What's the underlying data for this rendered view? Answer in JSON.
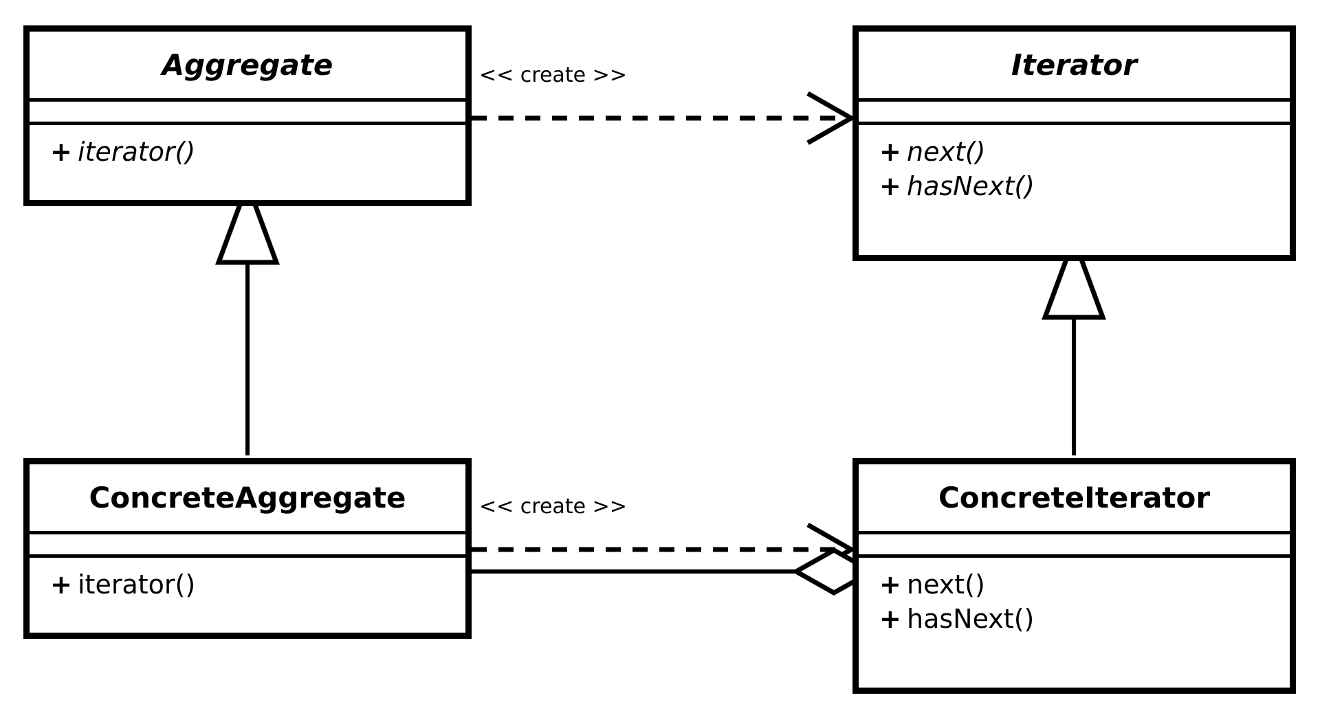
{
  "diagram": {
    "type": "uml-class-diagram",
    "pattern": "Iterator",
    "background": "#ffffff",
    "line_color": "#000000"
  },
  "classes": [
    {
      "id": "aggregate",
      "name": "Aggregate",
      "stereotype": "abstract",
      "attributes": [],
      "operations": [
        {
          "visibility": "+",
          "signature": "iterator()"
        }
      ]
    },
    {
      "id": "iterator",
      "name": "Iterator",
      "stereotype": "abstract",
      "attributes": [],
      "operations": [
        {
          "visibility": "+",
          "signature": "next()"
        },
        {
          "visibility": "+",
          "signature": "hasNext()"
        }
      ]
    },
    {
      "id": "concrete-aggregate",
      "name": "ConcreteAggregate",
      "stereotype": "concrete",
      "attributes": [],
      "operations": [
        {
          "visibility": "+",
          "signature": "iterator()"
        }
      ]
    },
    {
      "id": "concrete-iterator",
      "name": "ConcreteIterator",
      "stereotype": "concrete",
      "attributes": [],
      "operations": [
        {
          "visibility": "+",
          "signature": "next()"
        },
        {
          "visibility": "+",
          "signature": "hasNext()"
        }
      ]
    }
  ],
  "relationships": [
    {
      "id": "create-abstract",
      "kind": "dependency",
      "style": "dashed",
      "arrowhead": "open",
      "from": "Aggregate",
      "to": "Iterator",
      "label": "<< create >>"
    },
    {
      "id": "create-concrete",
      "kind": "dependency",
      "style": "dashed",
      "arrowhead": "open",
      "from": "ConcreteAggregate",
      "to": "ConcreteIterator",
      "label": "<< create >>"
    },
    {
      "id": "aggregation",
      "kind": "aggregation",
      "style": "solid",
      "arrowhead": "hollow-diamond",
      "from": "ConcreteAggregate",
      "to": "ConcreteIterator",
      "label": ""
    },
    {
      "id": "inherit-aggregate",
      "kind": "generalization",
      "style": "solid",
      "arrowhead": "hollow-triangle",
      "from": "ConcreteAggregate",
      "to": "Aggregate",
      "label": ""
    },
    {
      "id": "inherit-iterator",
      "kind": "generalization",
      "style": "solid",
      "arrowhead": "hollow-triangle",
      "from": "ConcreteIterator",
      "to": "Iterator",
      "label": ""
    }
  ]
}
